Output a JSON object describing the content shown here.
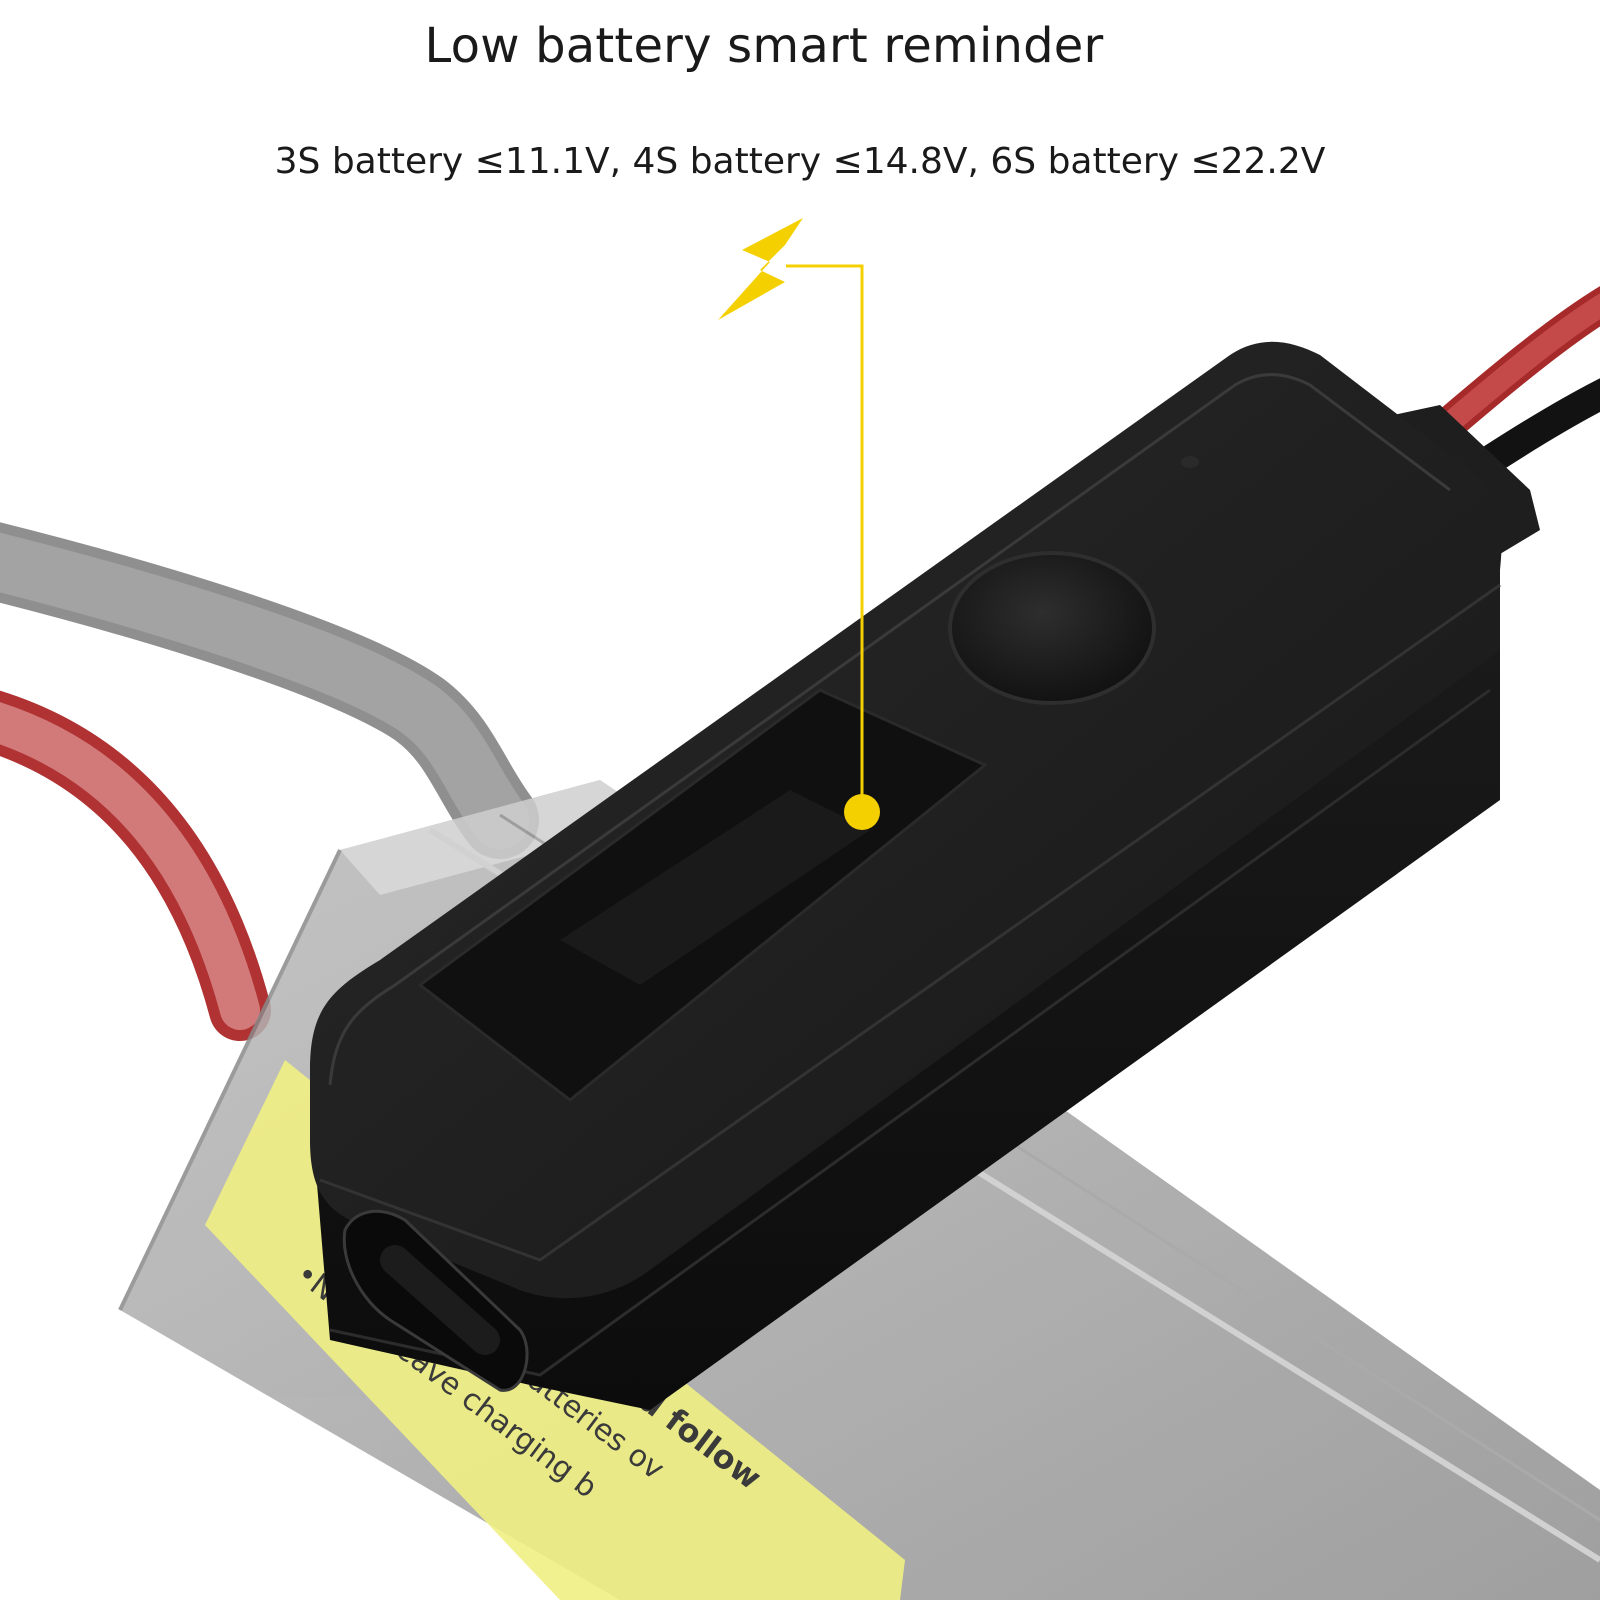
{
  "heading": {
    "title": "Low battery smart reminder",
    "subtitle": "3S battery ≤11.1V, 4S battery ≤14.8V, 6S battery ≤22.2V"
  },
  "battery_label": {
    "line_1": "•",
    "line_2": "•Never leave charging b",
    "line_3": "batteries ov",
    "line_4": "and follow"
  },
  "colors": {
    "callout_yellow": "#f5d000",
    "device_body": "#1c1c1c",
    "battery_label_yellow": "#f1ef83",
    "red_wire": "#c83a3a",
    "grey_wire": "#9a9a9a"
  },
  "icons": {
    "callout": "lightning-bolt-icon"
  }
}
